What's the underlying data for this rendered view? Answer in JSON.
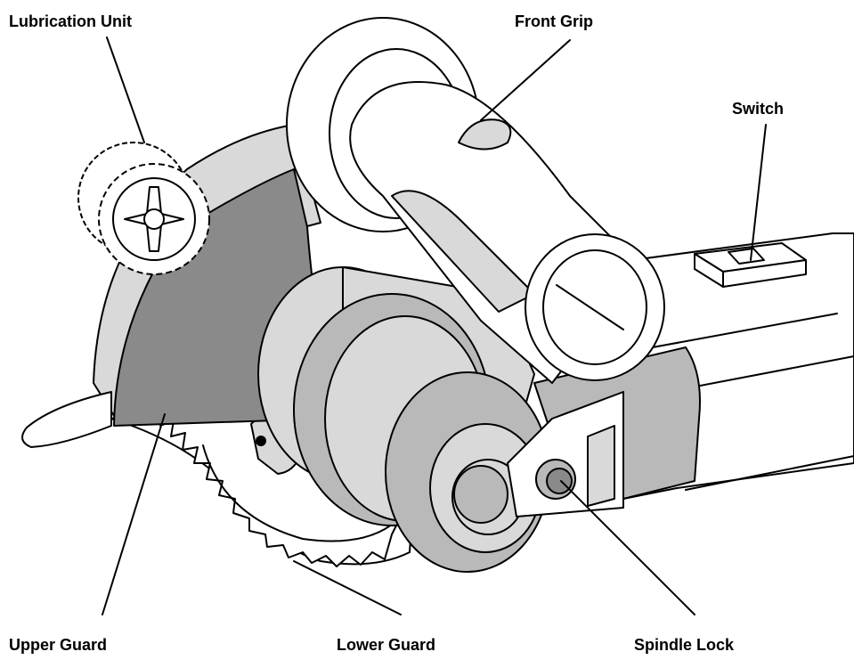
{
  "colors": {
    "dark_gray": "#8a8a8a",
    "mid_gray": "#b9b9b9",
    "light_gray": "#d9d9d9",
    "pale_gray": "#ededed",
    "white": "#ffffff",
    "line": "#000000"
  },
  "labels": {
    "lubrication_unit": "Lubrication Unit",
    "front_grip": "Front Grip",
    "switch": "Switch",
    "upper_guard": "Upper Guard",
    "lower_guard": "Lower Guard",
    "spindle_lock": "Spindle Lock"
  }
}
